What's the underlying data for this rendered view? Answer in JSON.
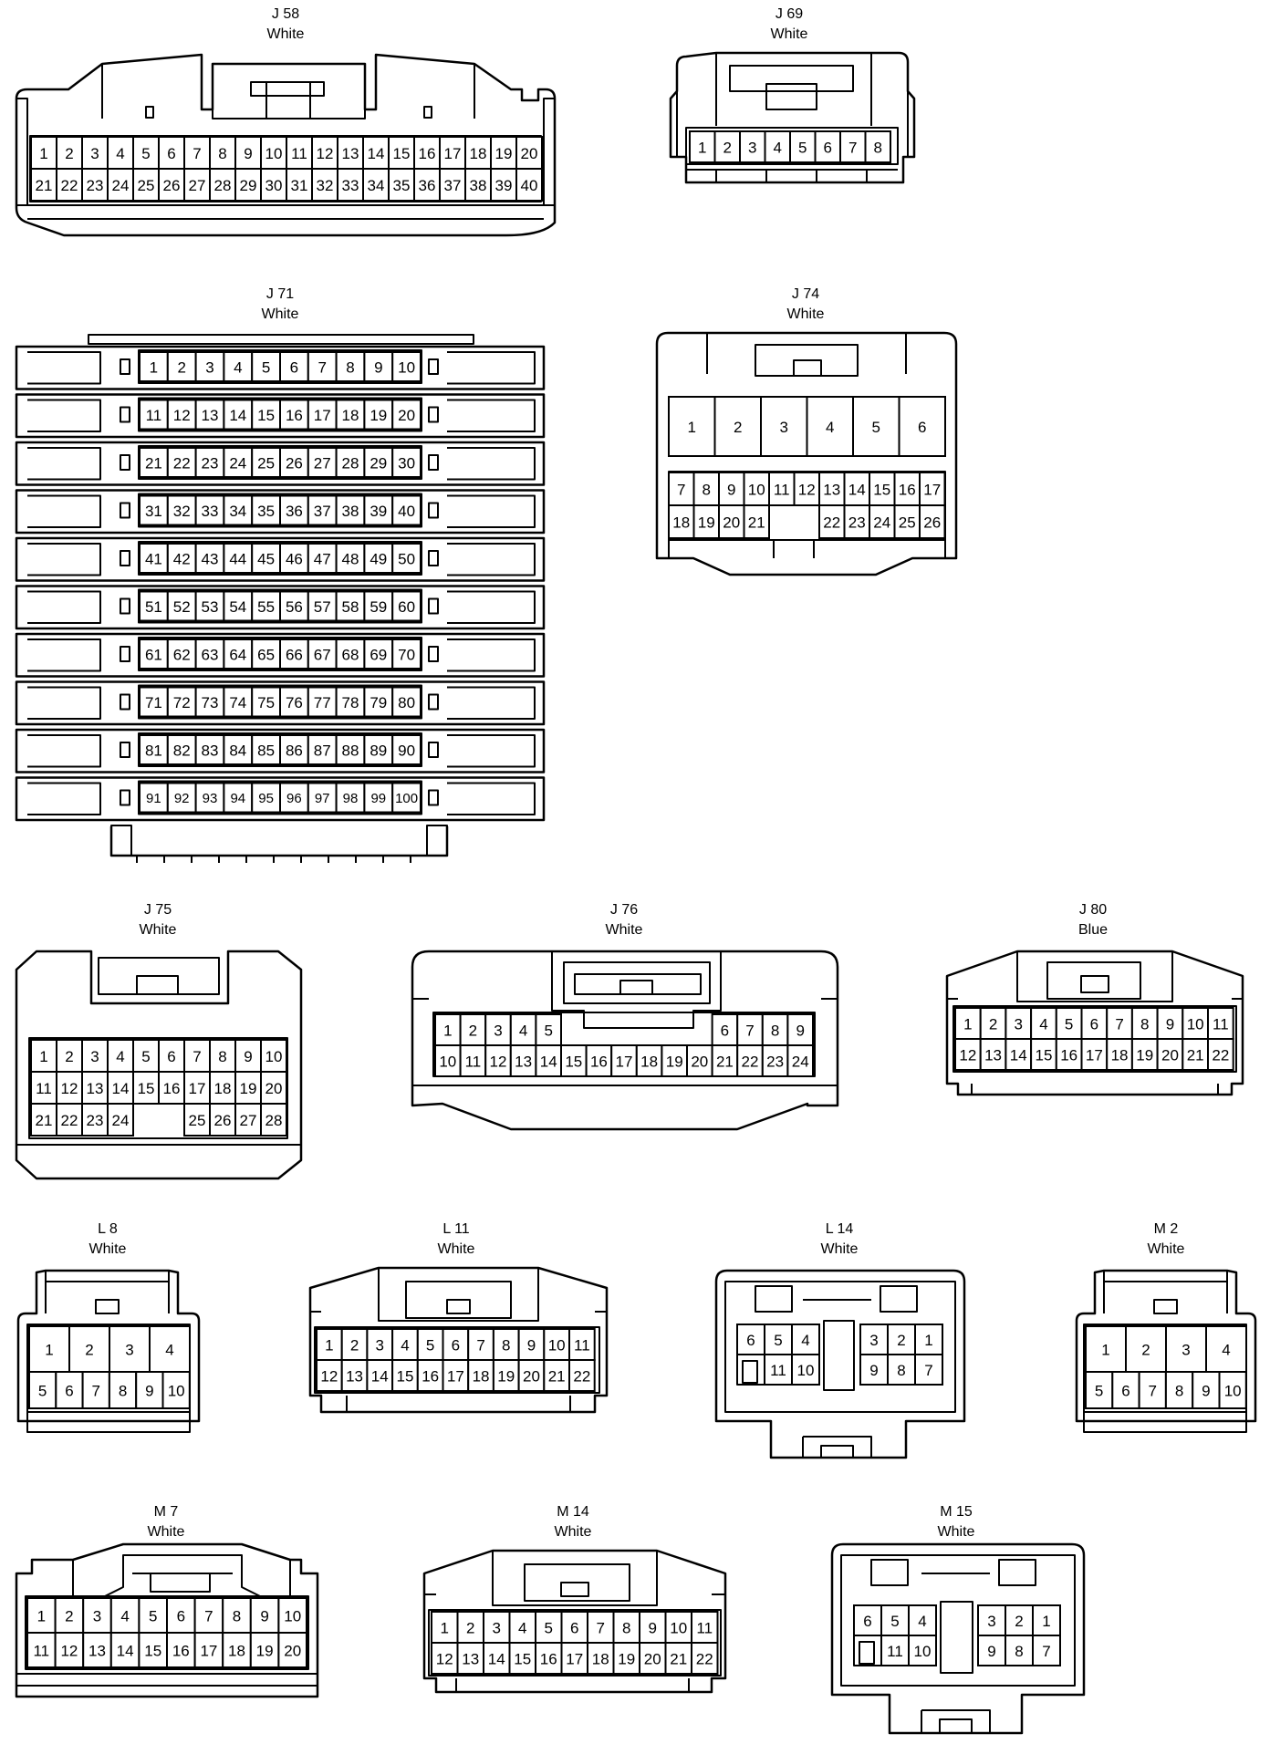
{
  "connectors": [
    {
      "id": "J 58",
      "color": "White",
      "rows": [
        [
          1,
          2,
          3,
          4,
          5,
          6,
          7,
          8,
          9,
          10,
          11,
          12,
          13,
          14,
          15,
          16,
          17,
          18,
          19,
          20
        ],
        [
          21,
          22,
          23,
          24,
          25,
          26,
          27,
          28,
          29,
          30,
          31,
          32,
          33,
          34,
          35,
          36,
          37,
          38,
          39,
          40
        ]
      ]
    },
    {
      "id": "J 69",
      "color": "White",
      "rows": [
        [
          1,
          2,
          3,
          4,
          5,
          6,
          7,
          8
        ]
      ]
    },
    {
      "id": "J 71",
      "color": "White",
      "rows": [
        [
          1,
          2,
          3,
          4,
          5,
          6,
          7,
          8,
          9,
          10
        ],
        [
          11,
          12,
          13,
          14,
          15,
          16,
          17,
          18,
          19,
          20
        ],
        [
          21,
          22,
          23,
          24,
          25,
          26,
          27,
          28,
          29,
          30
        ],
        [
          31,
          32,
          33,
          34,
          35,
          36,
          37,
          38,
          39,
          40
        ],
        [
          41,
          42,
          43,
          44,
          45,
          46,
          47,
          48,
          49,
          50
        ],
        [
          51,
          52,
          53,
          54,
          55,
          56,
          57,
          58,
          59,
          60
        ],
        [
          61,
          62,
          63,
          64,
          65,
          66,
          67,
          68,
          69,
          70
        ],
        [
          71,
          72,
          73,
          74,
          75,
          76,
          77,
          78,
          79,
          80
        ],
        [
          81,
          82,
          83,
          84,
          85,
          86,
          87,
          88,
          89,
          90
        ],
        [
          91,
          92,
          93,
          94,
          95,
          96,
          97,
          98,
          99,
          100
        ]
      ]
    },
    {
      "id": "J 74",
      "color": "White",
      "rows": [
        [
          1,
          2,
          3,
          4,
          5,
          6
        ],
        [
          7,
          8,
          9,
          10,
          11,
          12,
          13,
          14,
          15,
          16,
          17
        ],
        [
          18,
          19,
          20,
          21,
          null,
          22,
          23,
          24,
          25,
          26
        ]
      ]
    },
    {
      "id": "J 75",
      "color": "White",
      "rows": [
        [
          1,
          2,
          3,
          4,
          5,
          6,
          7,
          8,
          9,
          10
        ],
        [
          11,
          12,
          13,
          14,
          15,
          16,
          17,
          18,
          19,
          20
        ],
        [
          21,
          22,
          23,
          24,
          null,
          null,
          25,
          26,
          27,
          28
        ]
      ]
    },
    {
      "id": "J 76",
      "color": "White",
      "rows": [
        [
          1,
          2,
          3,
          4,
          5,
          null,
          null,
          null,
          null,
          null,
          null,
          6,
          7,
          8,
          9
        ],
        [
          10,
          11,
          12,
          13,
          14,
          15,
          16,
          17,
          18,
          19,
          20,
          21,
          22,
          23,
          24
        ]
      ]
    },
    {
      "id": "J 80",
      "color": "Blue",
      "rows": [
        [
          1,
          2,
          3,
          4,
          5,
          6,
          7,
          8,
          9,
          10,
          11
        ],
        [
          12,
          13,
          14,
          15,
          16,
          17,
          18,
          19,
          20,
          21,
          22
        ]
      ]
    },
    {
      "id": "L 8",
      "color": "White",
      "rows": [
        [
          1,
          2,
          3,
          4
        ],
        [
          5,
          6,
          7,
          8,
          9,
          10
        ]
      ]
    },
    {
      "id": "L 11",
      "color": "White",
      "rows": [
        [
          1,
          2,
          3,
          4,
          5,
          6,
          7,
          8,
          9,
          10,
          11
        ],
        [
          12,
          13,
          14,
          15,
          16,
          17,
          18,
          19,
          20,
          21,
          22
        ]
      ]
    },
    {
      "id": "L 14",
      "color": "White",
      "rows": [
        [
          6,
          5,
          4,
          3,
          2,
          1
        ],
        [
          11,
          10,
          9,
          8,
          7
        ]
      ]
    },
    {
      "id": "M 2",
      "color": "White",
      "rows": [
        [
          1,
          2,
          3,
          4
        ],
        [
          5,
          6,
          7,
          8,
          9,
          10
        ]
      ]
    },
    {
      "id": "M 7",
      "color": "White",
      "rows": [
        [
          1,
          2,
          3,
          4,
          5,
          6,
          7,
          8,
          9,
          10
        ],
        [
          11,
          12,
          13,
          14,
          15,
          16,
          17,
          18,
          19,
          20
        ]
      ]
    },
    {
      "id": "M 14",
      "color": "White",
      "rows": [
        [
          1,
          2,
          3,
          4,
          5,
          6,
          7,
          8,
          9,
          10,
          11
        ],
        [
          12,
          13,
          14,
          15,
          16,
          17,
          18,
          19,
          20,
          21,
          22
        ]
      ]
    },
    {
      "id": "M 15",
      "color": "White",
      "rows": [
        [
          6,
          5,
          4,
          3,
          2,
          1
        ],
        [
          11,
          10,
          9,
          8,
          7
        ]
      ]
    }
  ]
}
